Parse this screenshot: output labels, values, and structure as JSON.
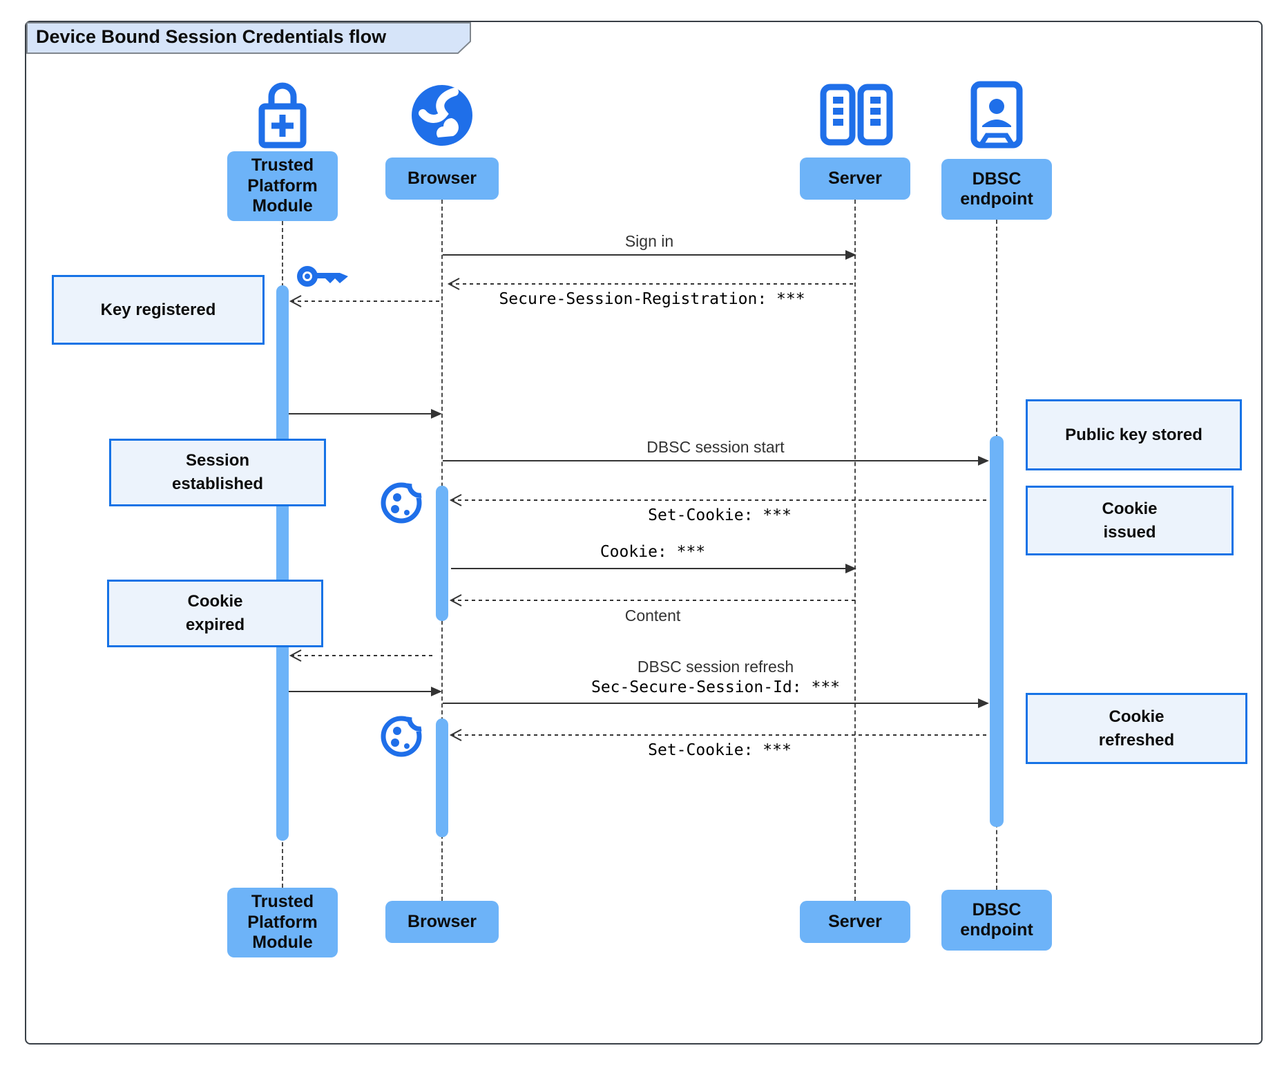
{
  "title": "Device Bound Session Credentials flow",
  "colors": {
    "actor_fill": "#6db3f8",
    "icon_blue": "#1f6fe9",
    "note_fill": "#ecf3fc",
    "note_border": "#1673e6",
    "title_tab_fill": "#d6e4f9",
    "title_tab_border": "#7f868d",
    "arrow": "#333333"
  },
  "actors": [
    {
      "id": "tpm",
      "label": "Trusted Platform Module",
      "icon": "lock-plus-icon"
    },
    {
      "id": "browser",
      "label": "Browser",
      "icon": "globe-icon"
    },
    {
      "id": "server",
      "label": "Server",
      "icon": "server-icon"
    },
    {
      "id": "dbsc",
      "label": "DBSC endpoint",
      "icon": "door-person-icon"
    }
  ],
  "messages": [
    {
      "from": "browser",
      "to": "server",
      "style": "solid",
      "label": "Sign in"
    },
    {
      "from": "server",
      "to": "browser",
      "style": "dashed",
      "label_mono": "Secure-Session-Registration: ***",
      "icon": "key-icon"
    },
    {
      "from": "browser",
      "to": "tpm",
      "style": "dashed",
      "label": ""
    },
    {
      "from": "tpm",
      "to": "browser",
      "style": "solid",
      "label": ""
    },
    {
      "from": "browser",
      "to": "dbsc",
      "style": "solid",
      "label": "DBSC session start"
    },
    {
      "from": "dbsc",
      "to": "browser",
      "style": "dashed",
      "label_mono": "Set-Cookie: ***",
      "icon": "cookie-icon"
    },
    {
      "from": "browser",
      "to": "server",
      "style": "solid",
      "label_mono": "Cookie: ***"
    },
    {
      "from": "server",
      "to": "browser",
      "style": "dashed",
      "label": "Content"
    },
    {
      "from": "browser",
      "to": "tpm",
      "style": "dashed",
      "label": ""
    },
    {
      "from": "tpm",
      "to": "browser",
      "style": "solid",
      "label": ""
    },
    {
      "from": "browser",
      "to": "dbsc",
      "style": "solid",
      "label": "DBSC session refresh",
      "label_mono": "Sec-Secure-Session-Id: ***"
    },
    {
      "from": "dbsc",
      "to": "browser",
      "style": "dashed",
      "label_mono": "Set-Cookie: ***",
      "icon": "cookie-icon"
    }
  ],
  "notes": [
    {
      "side": "left",
      "label": "Key registered"
    },
    {
      "side": "left",
      "label": "Session established"
    },
    {
      "side": "right",
      "label": "Public key stored"
    },
    {
      "side": "right",
      "label": "Cookie issued"
    },
    {
      "side": "left",
      "label": "Cookie expired"
    },
    {
      "side": "right",
      "label": "Cookie refreshed"
    }
  ]
}
